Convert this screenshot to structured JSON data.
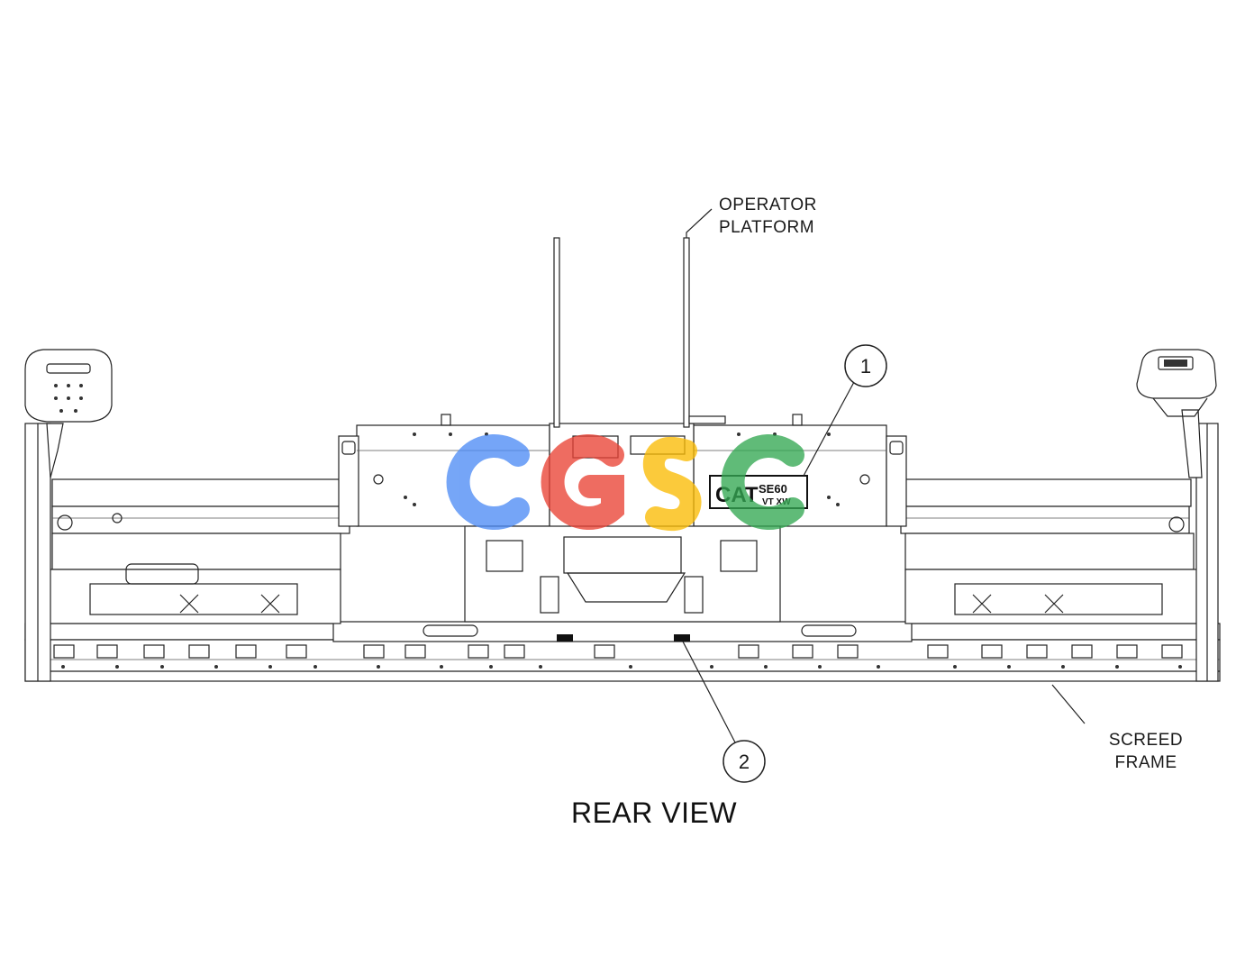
{
  "labels": {
    "operator_platform_line1": "OPERATOR",
    "operator_platform_line2": "PLATFORM",
    "screed_frame_line1": "SCREED",
    "screed_frame_line2": "FRAME",
    "view_title": "REAR VIEW"
  },
  "callouts": [
    {
      "number": "1"
    },
    {
      "number": "2"
    }
  ],
  "decal": {
    "brand": "CAT",
    "model": "SE60",
    "variant": "VT XW"
  },
  "watermark": {
    "letters": [
      "C",
      "G",
      "S",
      "C"
    ],
    "colors": [
      "#4f8df5",
      "#ea4335",
      "#fbbc05",
      "#34a853"
    ]
  }
}
